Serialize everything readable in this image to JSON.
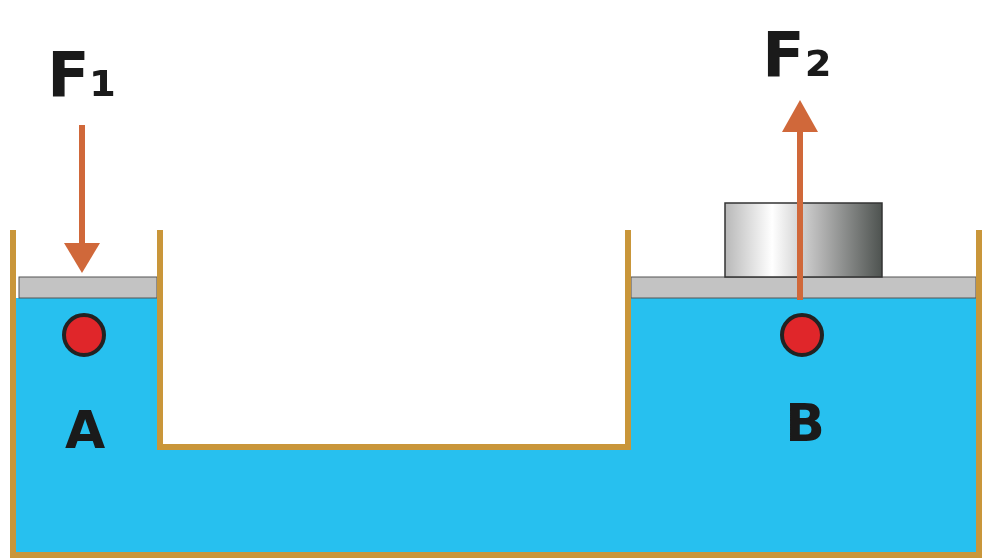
{
  "diagram": {
    "labels": [
      "F₁",
      "F₂",
      "A",
      "B"
    ]
  }
}
